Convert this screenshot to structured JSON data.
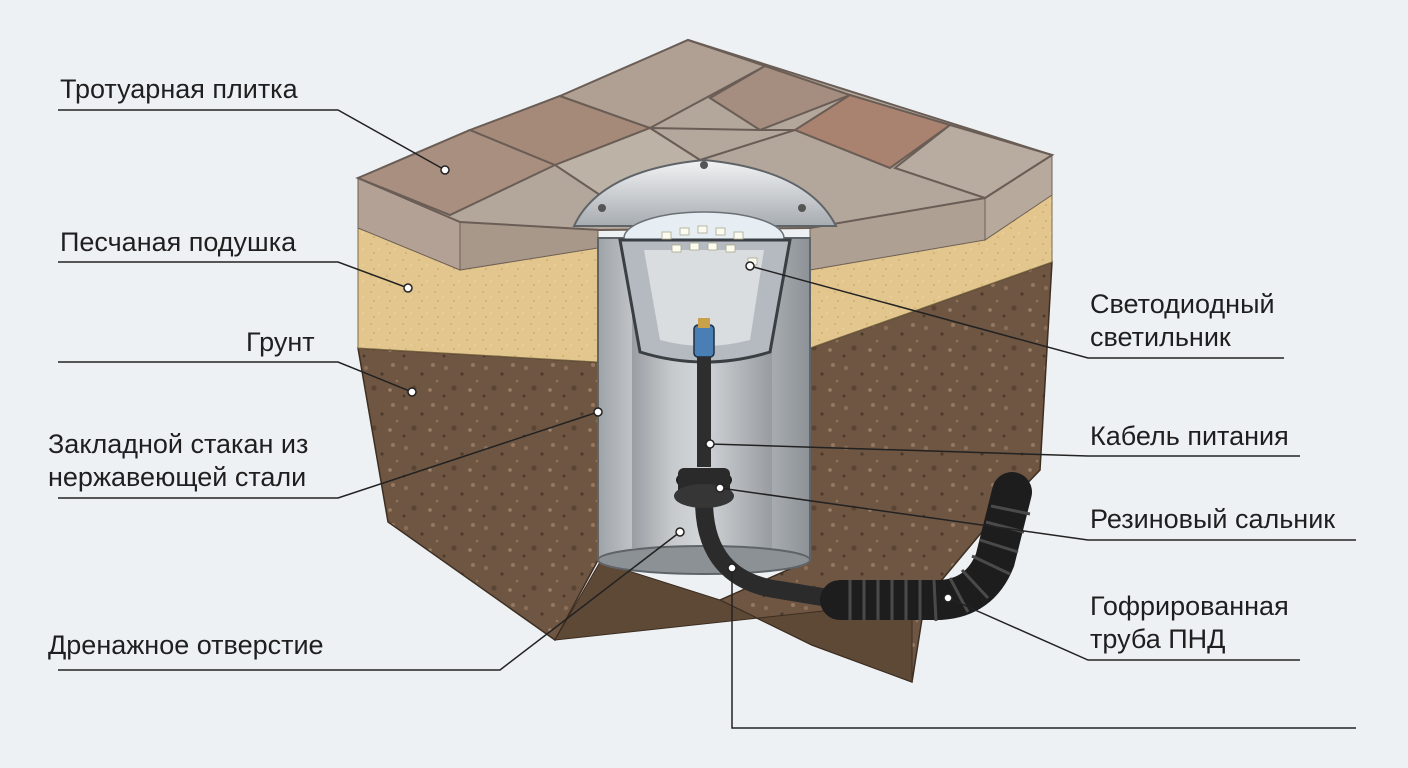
{
  "labels": {
    "paving_tile": "Тротуарная плитка",
    "sand_cushion": "Песчаная подушка",
    "soil": "Грунт",
    "steel_sleeve": [
      "Закладной стакан из",
      "нержавеющей стали"
    ],
    "drain_hole": "Дренажное отверстие",
    "led_luminaire": [
      "Светодиодный",
      "светильник"
    ],
    "power_cable": "Кабель питания",
    "rubber_gland": "Резиновый сальник",
    "corrugated_pipe": [
      "Гофрированная",
      "труба ПНД"
    ]
  },
  "colors": {
    "background": "#eef1f4",
    "tile_warm": "#a98f80",
    "tile_gray": "#b3a69a",
    "sand": "#e0c38a",
    "soil": "#6b5440",
    "steel": "#c7cacd",
    "cable": "#333333",
    "leader": "#222222"
  }
}
